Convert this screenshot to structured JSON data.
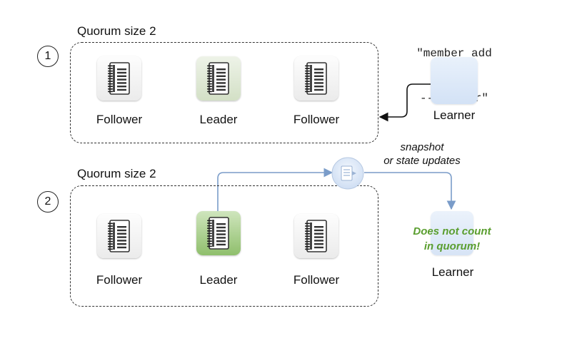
{
  "quorum1": {
    "step": "1",
    "title": "Quorum size 2",
    "nodes": [
      "Follower",
      "Leader",
      "Follower"
    ]
  },
  "quorum2": {
    "step": "2",
    "title": "Quorum size 2",
    "nodes": [
      "Follower",
      "Leader",
      "Follower"
    ]
  },
  "command": {
    "line1": "\"member add",
    "line2": "--learner\""
  },
  "learner_label": "Learner",
  "learner2_label": "Learner",
  "snapshot_text": {
    "line1": "snapshot",
    "line2": "or state updates"
  },
  "note": {
    "line1": "Does not count",
    "line2": "in quorum!"
  },
  "colors": {
    "leader_pale": "#d3e0c6",
    "leader_green": "#8fbf6c",
    "learner": "#d3e2f6",
    "arrow": "#7a9cc9",
    "note": "#5a9e2f"
  },
  "icons": {
    "node": "notebook-icon",
    "snapshot": "document-transfer-icon"
  }
}
